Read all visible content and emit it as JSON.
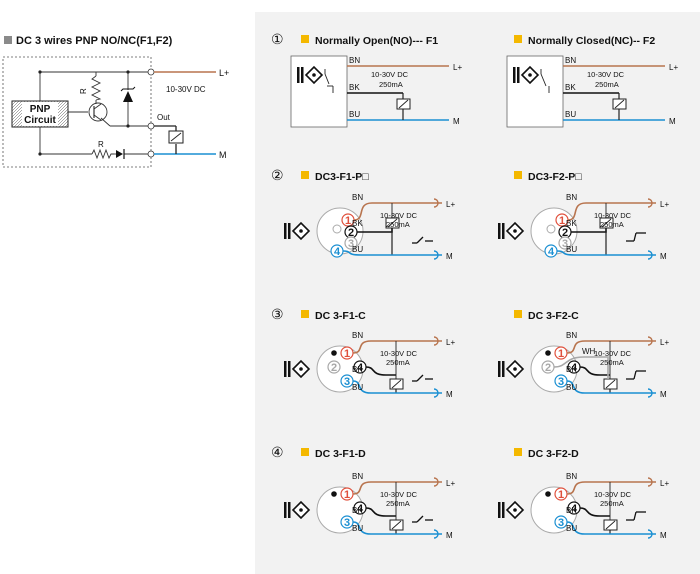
{
  "left": {
    "title": "DC 3 wires PNP NO/NC(F1,F2)",
    "pnp_line1": "PNP",
    "pnp_line2": "Circuit",
    "r_top": "R",
    "r_bottom": "R",
    "out": "Out",
    "voltage": "10-30V DC",
    "lplus": "L+",
    "m": "M"
  },
  "sections": [
    {
      "num": "①",
      "left_title": "Normally Open(NO)--- F1",
      "right_title": "Normally Closed(NC)-- F2"
    },
    {
      "num": "②",
      "left_title": "DC3-F1-P□",
      "right_title": "DC3-F2-P□"
    },
    {
      "num": "③",
      "left_title": "DC 3-F1-C",
      "right_title": "DC 3-F2-C"
    },
    {
      "num": "④",
      "left_title": "DC 3-F1-D",
      "right_title": "DC 3-F2-D"
    }
  ],
  "wire": {
    "bn": "BN",
    "bk": "BK",
    "bu": "BU",
    "wh": "WH",
    "lplus": "L+",
    "m": "M",
    "voltage": "10-30V DC",
    "current": "250mA"
  },
  "pins": {
    "p1": "1",
    "p2": "2",
    "p3": "3",
    "p4": "4"
  },
  "colors": {
    "brown": "#b8744e",
    "black": "#111111",
    "blue": "#1a8fd2",
    "grey": "#a8a8a8",
    "panel": "#f2f2f2",
    "accent": "#f4b800",
    "pin_red": "#e0503c",
    "pin_blue": "#1a8fd2"
  }
}
